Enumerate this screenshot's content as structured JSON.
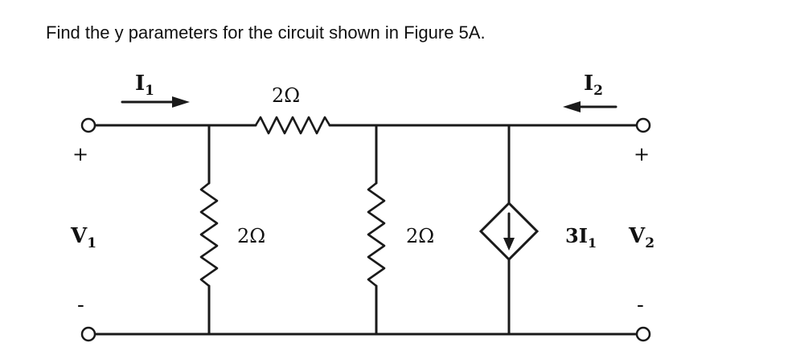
{
  "question": "Find the y parameters for the circuit shown in Figure 5A.",
  "circuit": {
    "current_left": {
      "main": "I",
      "sub": "1"
    },
    "current_right": {
      "main": "I",
      "sub": "2"
    },
    "series_resistor": "2Ω",
    "shunt_resistor_1": "2Ω",
    "shunt_resistor_2": "2Ω",
    "dependent_source": {
      "main": "3I",
      "sub": "1"
    },
    "port1_voltage": {
      "main": "V",
      "sub": "1"
    },
    "port2_voltage": {
      "main": "V",
      "sub": "2"
    },
    "port1_plus": "+",
    "port1_minus": "-",
    "port2_plus": "+",
    "port2_minus": "-"
  }
}
